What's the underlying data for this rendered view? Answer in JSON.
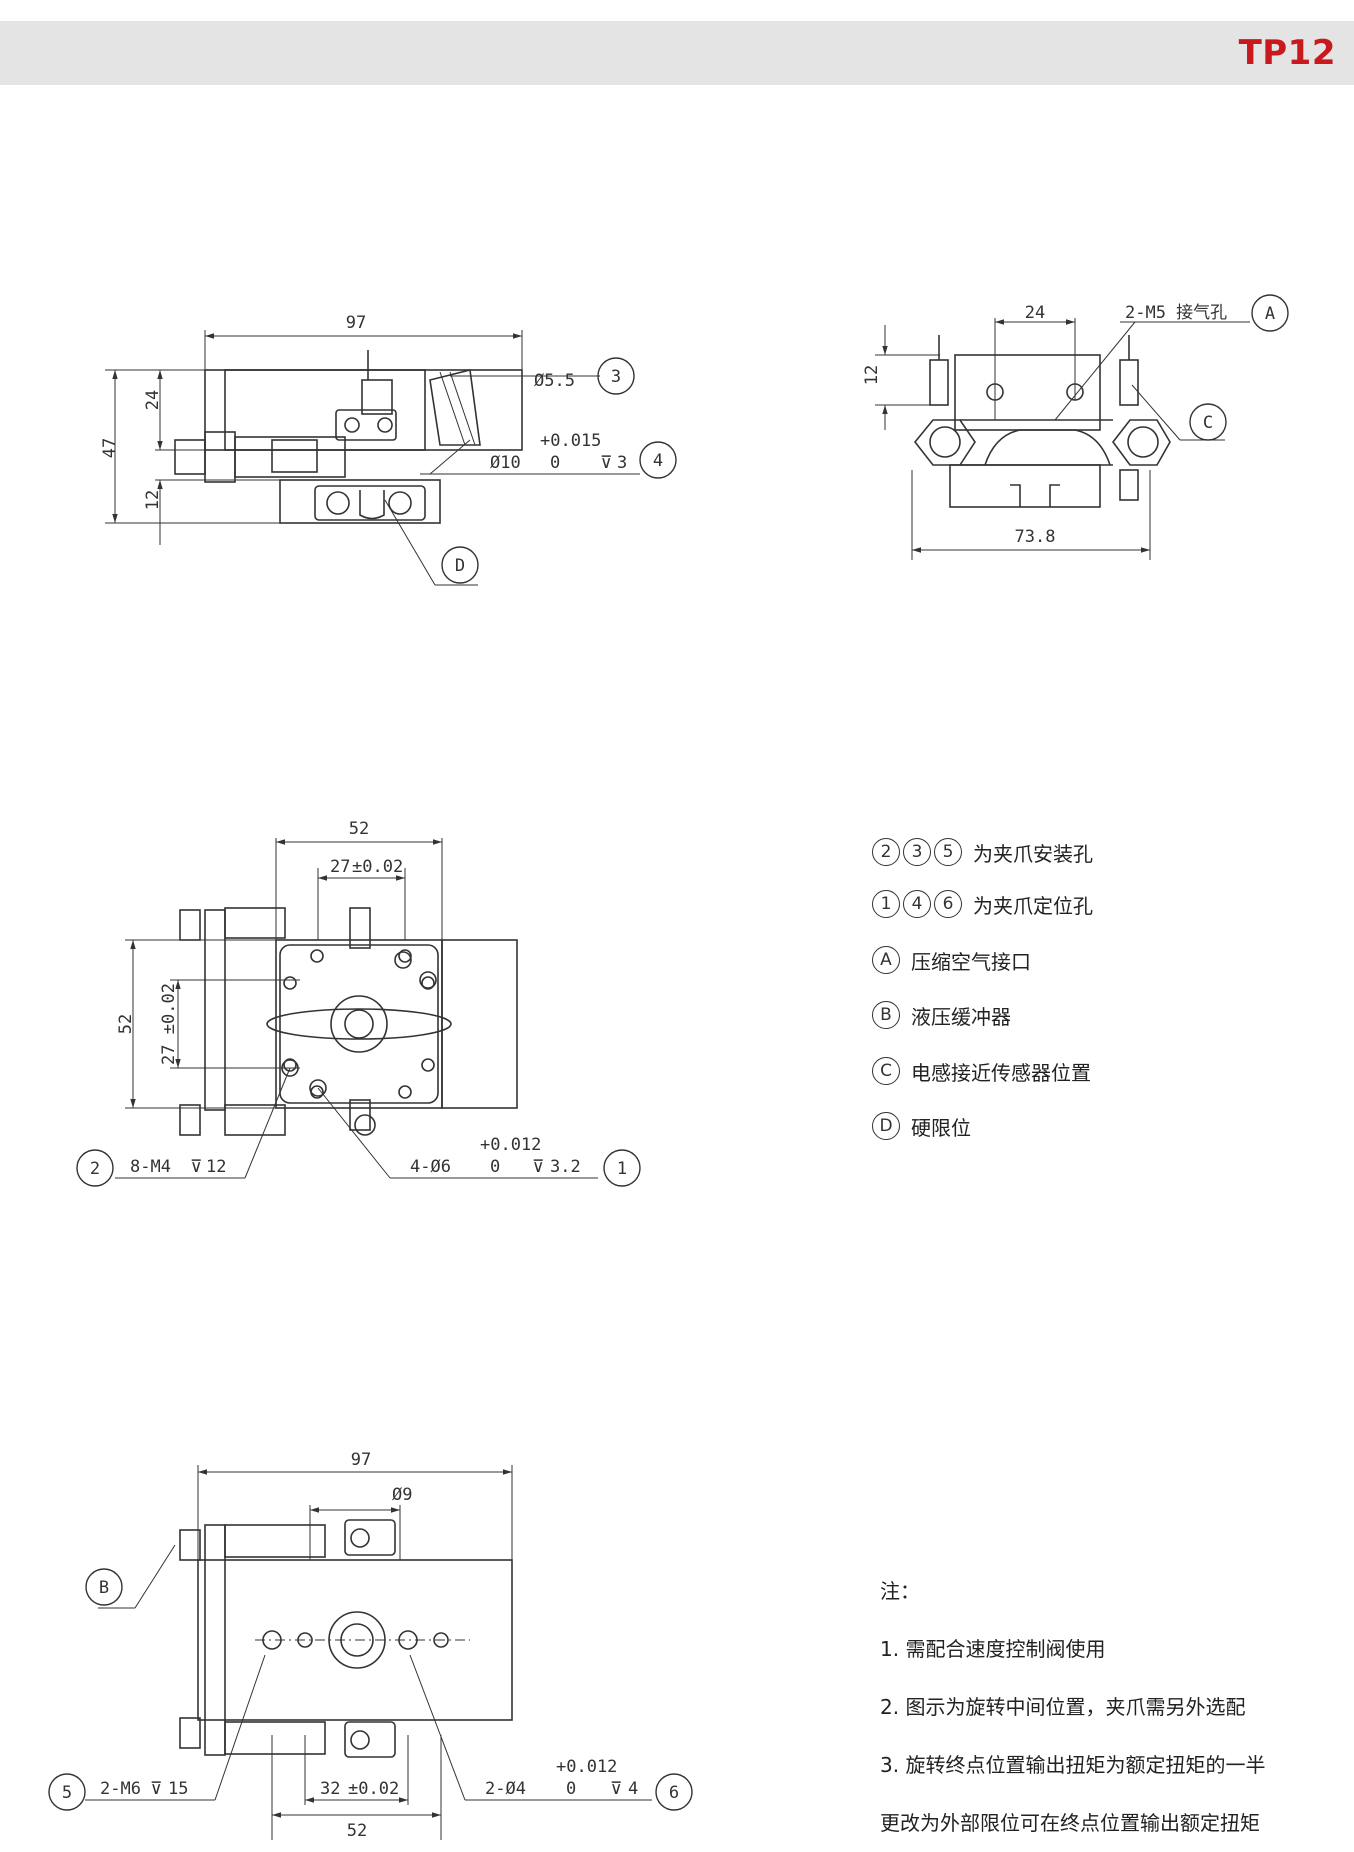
{
  "header": {
    "model": "TP12"
  },
  "view1": {
    "dim_width": "97",
    "dim_height": "47",
    "dim_upper": "24",
    "dim_lower": "12",
    "hole3": "Ø5.5",
    "hole4": "Ø10",
    "hole4_tol_upper": "+0.015",
    "hole4_tol_lower": "0",
    "hole4_depth": "3",
    "callout3": "3",
    "callout4": "4",
    "calloutD": "D"
  },
  "view2": {
    "dim_height": "12",
    "dim_spacing": "24",
    "dim_width": "73.8",
    "port_label": "2-M5 接气孔",
    "calloutA": "A",
    "calloutC": "C"
  },
  "view3": {
    "dim_width": "52",
    "dim_pitch": "27",
    "dim_pitch_tol": "±0.02",
    "dim_height": "52",
    "dim_vpitch": "27 ±0.02",
    "thread2": "8-M4",
    "thread2_depth": "12",
    "hole1": "4-Ø6",
    "hole1_tol_upper": "+0.012",
    "hole1_tol_lower": "0",
    "hole1_depth": "3.2",
    "callout2": "2",
    "callout1": "1"
  },
  "view4": {
    "dim_width": "97",
    "dim_bore": "Ø9",
    "thread5": "2-M6",
    "thread5_depth": "15",
    "hole6": "2-Ø4",
    "hole6_tol_upper": "+0.012",
    "hole6_tol_lower": "0",
    "hole6_depth": "4",
    "dim_pitch": "32",
    "dim_pitch_tol": "±0.02",
    "dim_bottom": "52",
    "calloutB": "B",
    "callout5": "5",
    "callout6": "6"
  },
  "legend": [
    {
      "marks": [
        "2",
        "3",
        "5"
      ],
      "text": "为夹爪安装孔"
    },
    {
      "marks": [
        "1",
        "4",
        "6"
      ],
      "text": "为夹爪定位孔"
    },
    {
      "marks": [
        "A"
      ],
      "text": "压缩空气接口"
    },
    {
      "marks": [
        "B"
      ],
      "text": "液压缓冲器"
    },
    {
      "marks": [
        "C"
      ],
      "text": "电感接近传感器位置"
    },
    {
      "marks": [
        "D"
      ],
      "text": "硬限位"
    }
  ],
  "notes": {
    "title": "注：",
    "lines": [
      "1. 需配合速度控制阀使用",
      "2. 图示为旋转中间位置，夹爪需另外选配",
      "3. 旋转终点位置输出扭矩为额定扭矩的一半",
      "更改为外部限位可在终点位置输出额定扭矩"
    ]
  }
}
